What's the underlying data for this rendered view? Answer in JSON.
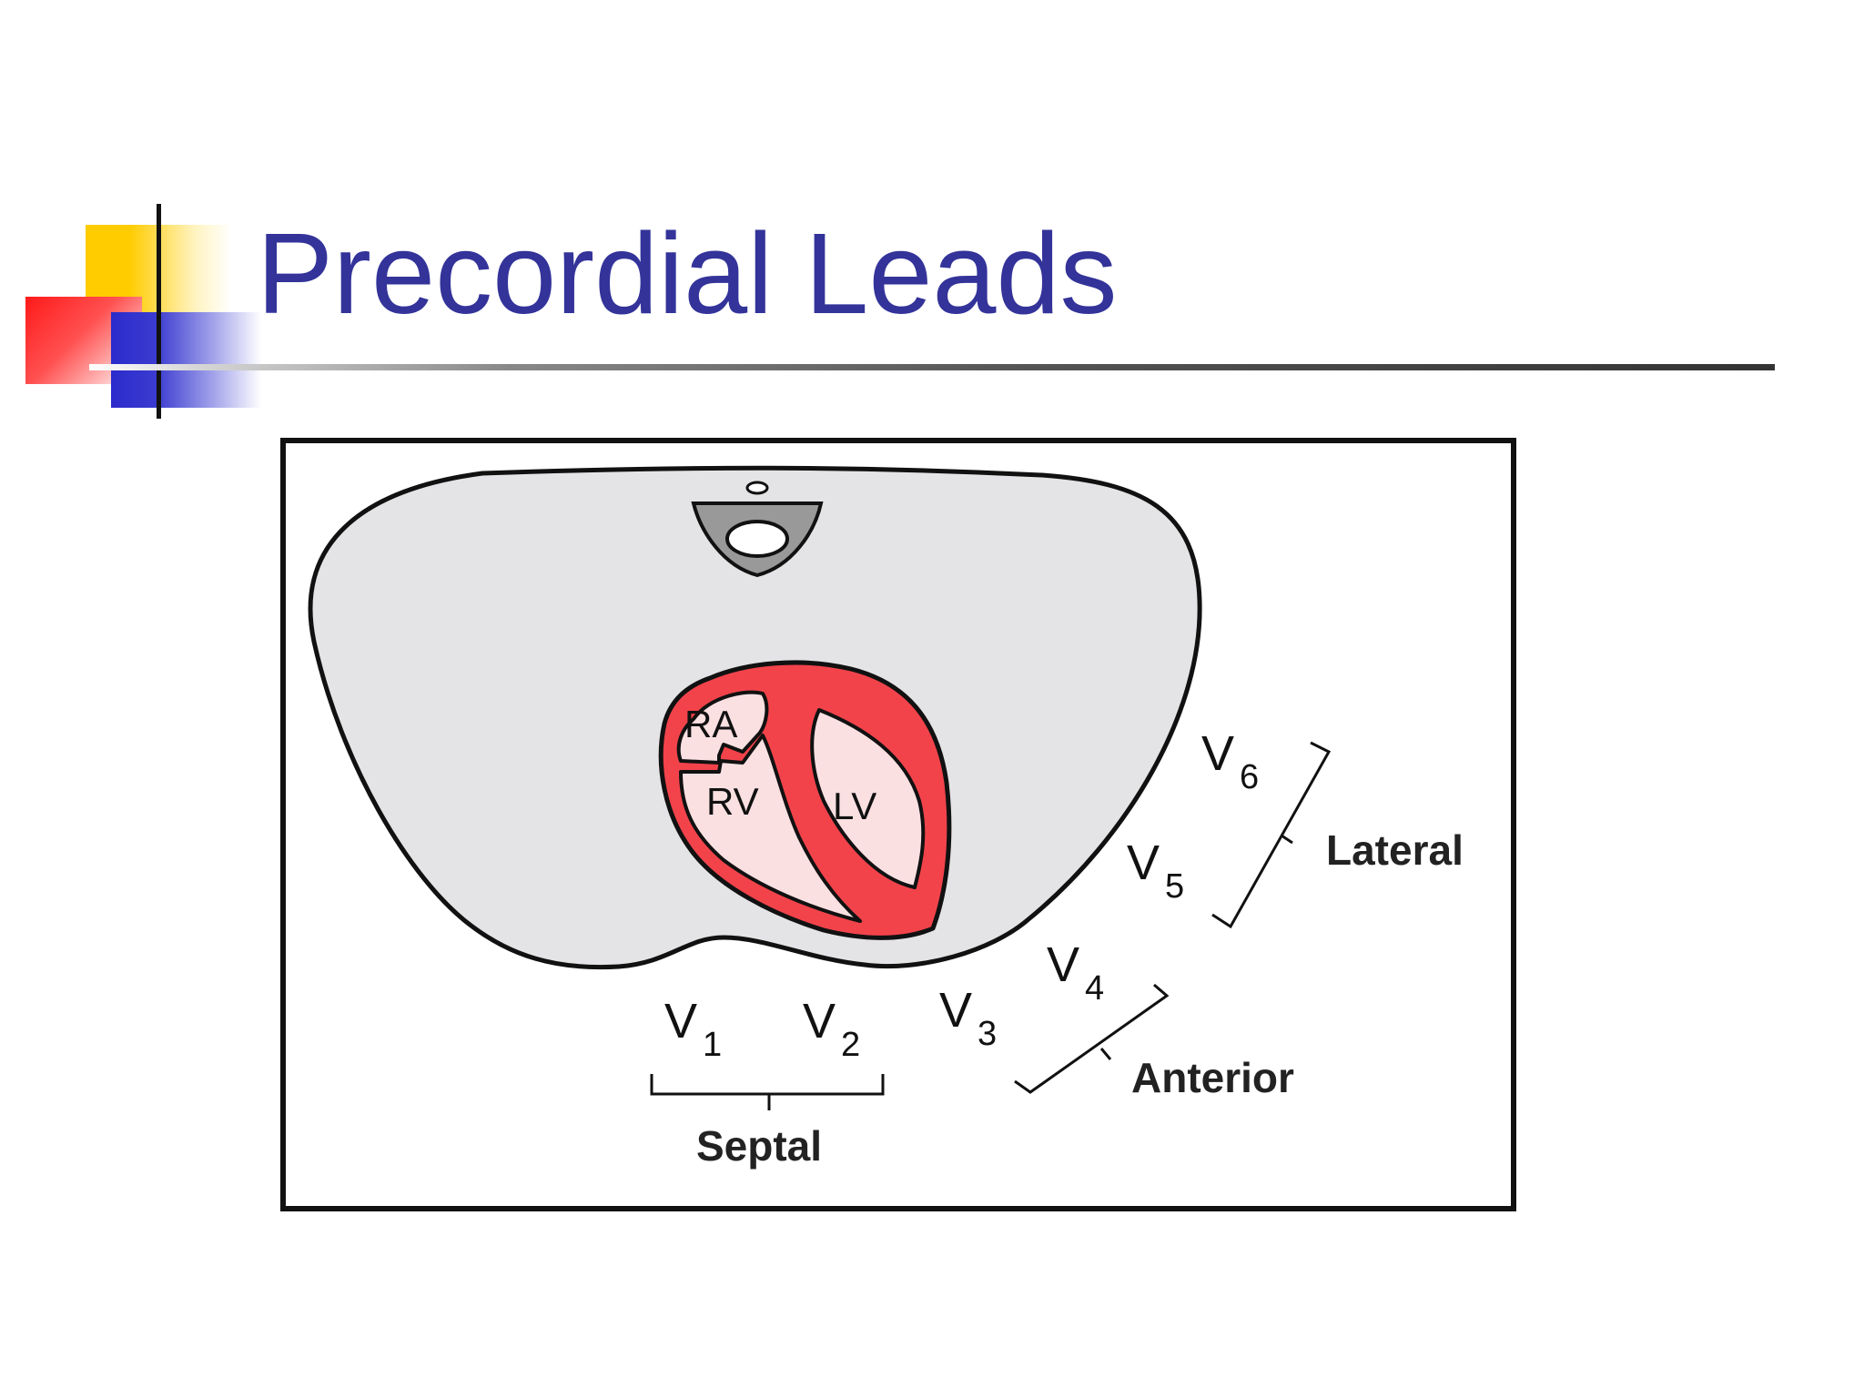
{
  "slide": {
    "title": "Precordial Leads"
  },
  "colors": {
    "title": "#33339a",
    "logo_yellow": "#ffcc00",
    "logo_red": "#ff2b2b",
    "logo_blue": "#3333cc",
    "torso_fill": "#e4e4e6",
    "heart_wall": "#f2434b",
    "heart_chamber": "#fbe0e2",
    "spine": "#9a9a9a"
  },
  "diagram": {
    "chambers": {
      "ra": "RA",
      "rv": "RV",
      "lv": "LV"
    },
    "leads": [
      {
        "letter": "V",
        "sub": "1"
      },
      {
        "letter": "V",
        "sub": "2"
      },
      {
        "letter": "V",
        "sub": "3"
      },
      {
        "letter": "V",
        "sub": "4"
      },
      {
        "letter": "V",
        "sub": "5"
      },
      {
        "letter": "V",
        "sub": "6"
      }
    ],
    "groups": {
      "septal": "Septal",
      "anterior": "Anterior",
      "lateral": "Lateral"
    }
  }
}
